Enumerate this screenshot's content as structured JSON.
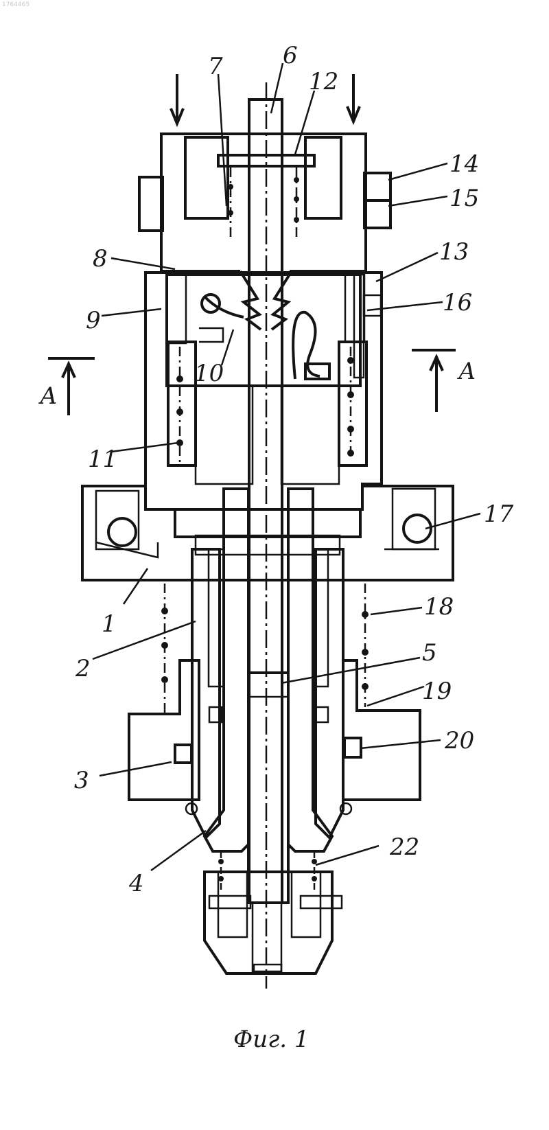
{
  "document": {
    "id_mark": "1764465",
    "caption": "Фиг. 1",
    "section_label": "А"
  },
  "labels": [
    "1",
    "2",
    "3",
    "4",
    "5",
    "6",
    "7",
    "8",
    "9",
    "10",
    "11",
    "12",
    "13",
    "14",
    "15",
    "16",
    "17",
    "18",
    "19",
    "20",
    "22"
  ]
}
